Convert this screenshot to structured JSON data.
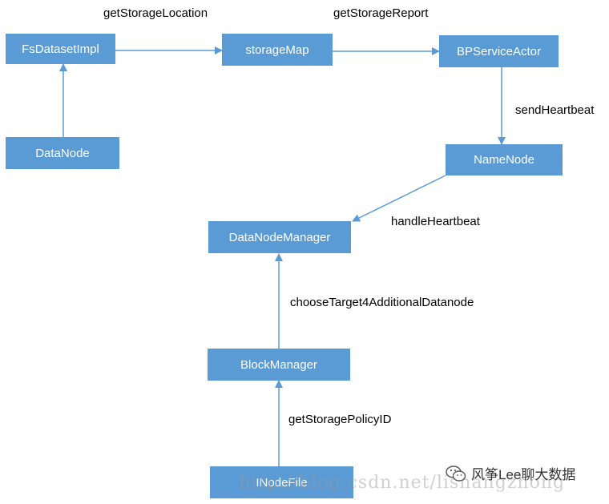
{
  "nodes": {
    "fsdatasetimpl": "FsDatasetImpl",
    "datanode": "DataNode",
    "storagemap": "storageMap",
    "bpserviceactor": "BPServiceActor",
    "namenode": "NameNode",
    "datanodemanager": "DataNodeManager",
    "blockmanager": "BlockManager",
    "inodefile": "INodeFile"
  },
  "edges": {
    "get_storage_location": "getStorageLocation",
    "get_storage_report": "getStorageReport",
    "send_heartbeat": "sendHeartbeat",
    "handle_heartbeat": "handleHeartbeat",
    "choose_target": "chooseTarget4AdditionalDatanode",
    "get_storage_policy_id": "getStoragePolicyID"
  },
  "watermark": {
    "url": "http://blog.csdn.net/lishangzhong",
    "brand": "风筝Lee聊大数据"
  },
  "colors": {
    "node_fill": "#5b9bd5",
    "arrow": "#5b9bd5"
  }
}
